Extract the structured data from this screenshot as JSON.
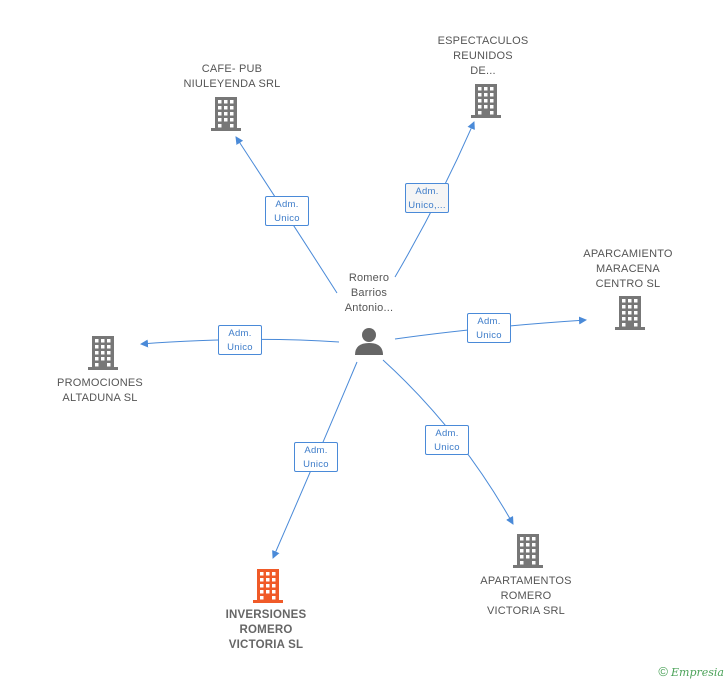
{
  "center": {
    "lines": [
      "Romero",
      "Barrios",
      "Antonio..."
    ],
    "icon": "person-icon"
  },
  "companies": [
    {
      "key": "cafe",
      "lines": [
        "CAFE- PUB",
        "NIULEYENDA SRL"
      ],
      "icon": "building-icon"
    },
    {
      "key": "espectaculos",
      "lines": [
        "ESPECTACULOS",
        "REUNIDOS",
        "DE..."
      ],
      "icon": "building-icon"
    },
    {
      "key": "aparcamiento",
      "lines": [
        "APARCAMIENTO",
        "MARACENA",
        "CENTRO SL"
      ],
      "icon": "building-icon"
    },
    {
      "key": "promociones",
      "lines": [
        "PROMOCIONES",
        "ALTADUNA SL"
      ],
      "icon": "building-icon"
    },
    {
      "key": "apartamentos",
      "lines": [
        "APARTAMENTOS",
        "ROMERO",
        "VICTORIA SRL"
      ],
      "icon": "building-icon"
    },
    {
      "key": "inversiones",
      "lines": [
        "INVERSIONES",
        "ROMERO",
        "VICTORIA SL"
      ],
      "icon": "building-icon",
      "highlight": true
    }
  ],
  "edges": [
    {
      "to": "cafe",
      "lines": [
        "Adm.",
        "Unico"
      ]
    },
    {
      "to": "espectaculos",
      "lines": [
        "Adm.",
        "Unico,..."
      ]
    },
    {
      "to": "aparcamiento",
      "lines": [
        "Adm.",
        "Unico"
      ]
    },
    {
      "to": "promociones",
      "lines": [
        "Adm.",
        "Unico"
      ]
    },
    {
      "to": "apartamentos",
      "lines": [
        "Adm.",
        "Unico"
      ]
    },
    {
      "to": "inversiones",
      "lines": [
        "Adm.",
        "Unico"
      ]
    }
  ],
  "colors": {
    "edge": "#4a8ad8",
    "building": "#777777",
    "building_highlight": "#f05a28",
    "person": "#666666"
  },
  "footer": {
    "copyright": "©",
    "brand": "Empresia"
  }
}
